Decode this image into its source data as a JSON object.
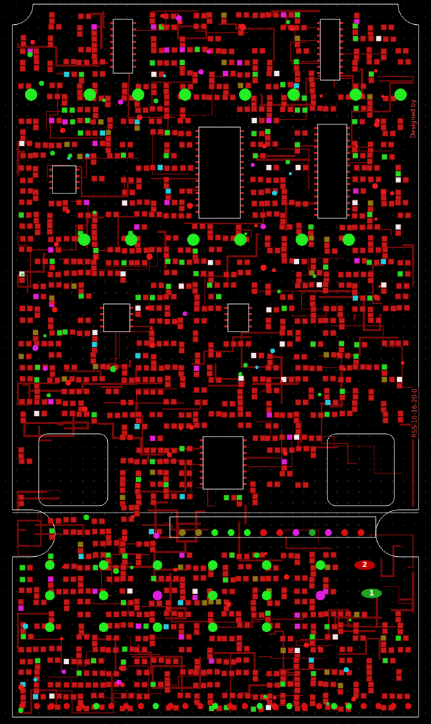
{
  "diagram": {
    "nodes": [
      {
        "text": [
          "2"
        ]
      },
      {
        "text": [
          "1"
        ]
      }
    ],
    "edges": [],
    "labels": [
      "Designed by",
      "RSS-10-16-20-0"
    ]
  }
}
